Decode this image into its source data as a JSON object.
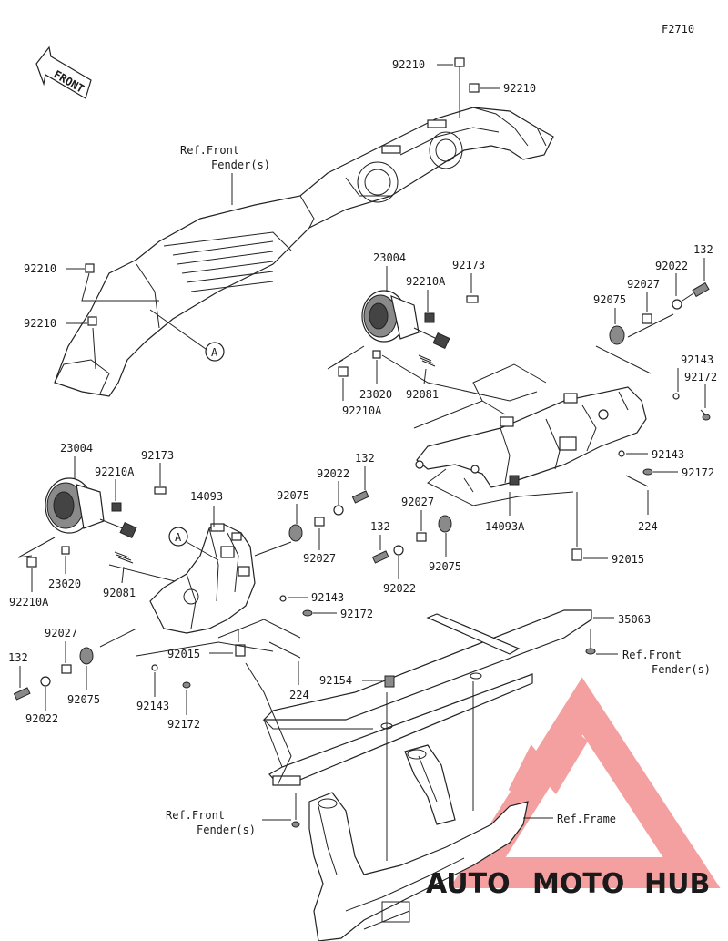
{
  "figure_code": "F2710",
  "front_arrow_label": "FRONT",
  "labels": {
    "p92210_top1": "92210",
    "p92210_top2": "92210",
    "ref_front_fender_top_1": "Ref.Front",
    "ref_front_fender_top_2": "Fender(s)",
    "p92210_left1": "92210",
    "p92210_left2": "92210",
    "callout_a_top": "A",
    "p23004_right": "23004",
    "p92210a_right_top": "92210A",
    "p92173_right": "92173",
    "p132_right": "132",
    "p92022_right": "92022",
    "p92027_right": "92027",
    "p92075_right": "92075",
    "p92210a_right_bottom": "92210A",
    "p23020_right": "23020",
    "p92081_right": "92081",
    "p92143_right1": "92143",
    "p92172_right1": "92172",
    "p92143_right2": "92143",
    "p92172_right2": "92172",
    "p224_right": "224",
    "p14093a": "14093A",
    "p92015_right": "92015",
    "p23004_left": "23004",
    "p92210a_left_top": "92210A",
    "p92173_left": "92173",
    "p14093": "14093",
    "p92075_mid": "92075",
    "p92022_mid": "92022",
    "p132_mid": "132",
    "p92027_mid": "92027",
    "p92027_c": "92027",
    "p132_c": "132",
    "p92075_c": "92075",
    "p92022_c": "92022",
    "callout_a_mid": "A",
    "p92210a_left_bottom": "92210A",
    "p23020_left": "23020",
    "p92081_left": "92081",
    "p92143_mid": "92143",
    "p92172_mid": "92172",
    "p92027_bl": "92027",
    "p132_bl": "132",
    "p92075_bl": "92075",
    "p92022_bl": "92022",
    "p92015_mid": "92015",
    "p224_mid": "224",
    "p92143_bl": "92143",
    "p92172_bl": "92172",
    "p35063": "35063",
    "ref_front_fender_r_1": "Ref.Front",
    "ref_front_fender_r_2": "Fender(s)",
    "p92154": "92154",
    "ref_front_fender_b_1": "Ref.Front",
    "ref_front_fender_b_2": "Fender(s)",
    "ref_frame": "Ref.Frame"
  },
  "watermark": {
    "auto": "AUTO",
    "moto": "MOTO",
    "hub": "HUB",
    "colors": {
      "orange": "#f2a33a",
      "red": "#e8473a",
      "grey": "#6e6e6e",
      "triangle": "#f08a8a"
    }
  },
  "icons": [
    "front-arrow-icon",
    "headlight-icon",
    "bracket-icon",
    "grommet-icon",
    "bolt-icon",
    "nut-icon",
    "frame-icon",
    "callout-circle-icon"
  ]
}
